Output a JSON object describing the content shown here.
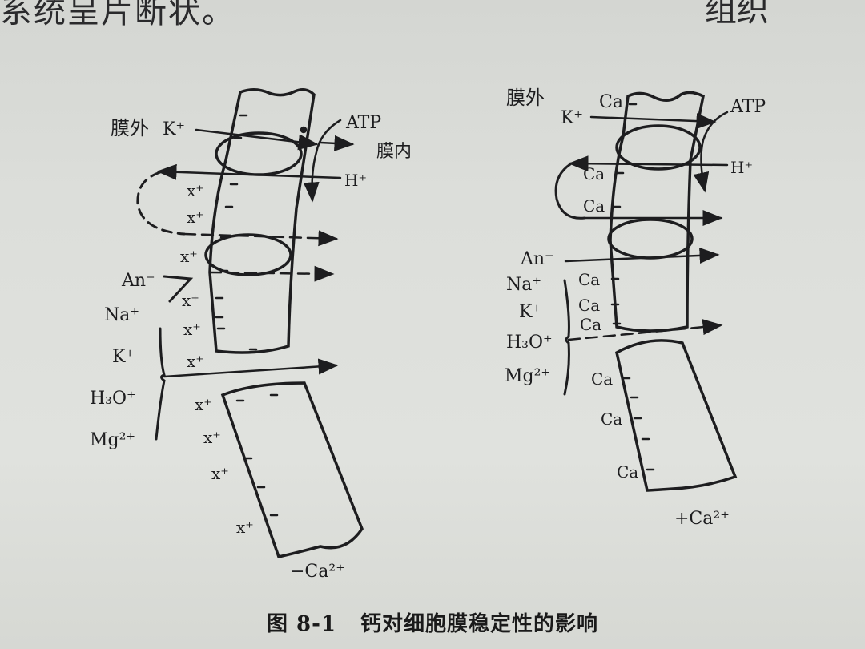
{
  "header": {
    "top_text": "系统呈片断状。",
    "top_text_right": "组织"
  },
  "left_figure": {
    "outside": "膜外",
    "k_top": "K⁺",
    "atp": "ATP",
    "inside": "膜内",
    "h_plus": "H⁺",
    "x_plus": "x⁺",
    "an_minus": "An⁻",
    "na_plus": "Na⁺",
    "k_plus": "K⁺",
    "h3o_plus": "H₃O⁺",
    "mg2_plus": "Mg²⁺",
    "condition": "−Ca²⁺"
  },
  "right_figure": {
    "outside": "膜外",
    "ca": "Ca",
    "k_top": "K⁺",
    "atp": "ATP",
    "h_plus": "H⁺",
    "an_minus": "An⁻",
    "na_plus": "Na⁺",
    "k_plus": "K⁺",
    "h3o_plus": "H₃O⁺",
    "mg2_plus": "Mg²⁺",
    "condition": "+Ca²⁺"
  },
  "caption": {
    "number": "图 8-1",
    "title": "钙对细胞膜稳定性的影响"
  },
  "colors": {
    "ink": "#1d1d1f",
    "paper": "#dcdeda"
  }
}
